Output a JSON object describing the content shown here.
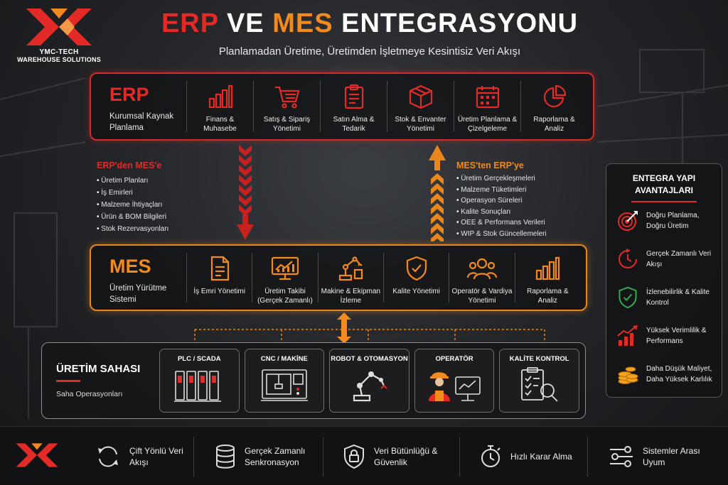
{
  "brand": {
    "line1": "YMC-TECH",
    "line2": "WAREHOUSE SOLUTIONS",
    "red": "#e32a26",
    "orange": "#f28a1e"
  },
  "header": {
    "title_erp": "ERP",
    "title_ve": "VE",
    "title_mes": "MES",
    "title_rest": "ENTEGRASYONU",
    "subtitle": "Planlamadan Üretime, Üretimden İşletmeye Kesintisiz Veri Akışı"
  },
  "erp": {
    "name": "ERP",
    "desc": "Kurumsal Kaynak Planlama",
    "modules": [
      {
        "label": "Finans & Muhasebe",
        "icon": "bar-chart-icon"
      },
      {
        "label": "Satış & Sipariş Yönetimi",
        "icon": "cart-icon"
      },
      {
        "label": "Satın Alma & Tedarik",
        "icon": "clipboard-icon"
      },
      {
        "label": "Stok & Envanter Yönetimi",
        "icon": "box-icon"
      },
      {
        "label": "Üretim Planlama & Çizelgeleme",
        "icon": "calendar-icon"
      },
      {
        "label": "Raporlama & Analiz",
        "icon": "pie-chart-icon"
      }
    ]
  },
  "flow_down": {
    "title": "ERP'den MES'e",
    "items": [
      "Üretim Planları",
      "İş Emirleri",
      "Malzeme İhtiyaçları",
      "Ürün & BOM Bilgileri",
      "Stok Rezervasyonları"
    ]
  },
  "flow_up": {
    "title": "MES'ten ERP'ye",
    "items": [
      "Üretim Gerçekleşmeleri",
      "Malzeme Tüketimleri",
      "Operasyon Süreleri",
      "Kalite Sonuçları",
      "OEE & Performans Verileri",
      "WIP & Stok Güncellemeleri"
    ]
  },
  "mes": {
    "name": "MES",
    "desc": "Üretim Yürütme Sistemi",
    "modules": [
      {
        "label": "İş Emri Yönetimi",
        "icon": "document-icon"
      },
      {
        "label": "Üretim Takibi (Gerçek Zamanlı)",
        "icon": "monitor-chart-icon"
      },
      {
        "label": "Makine & Ekipman İzleme",
        "icon": "robot-arm-icon"
      },
      {
        "label": "Kalite Yönetimi",
        "icon": "shield-check-icon"
      },
      {
        "label": "Operatör & Vardiya Yönetimi",
        "icon": "team-icon"
      },
      {
        "label": "Raporlama & Analiz",
        "icon": "bar-chart-icon"
      }
    ]
  },
  "saha": {
    "title": "ÜRETİM SAHASI",
    "desc": "Saha Operasyonları",
    "cards": [
      {
        "label": "PLC / SCADA",
        "icon": "plc-icon"
      },
      {
        "label": "CNC / MAKİNE",
        "icon": "cnc-icon"
      },
      {
        "label": "ROBOT & OTOMASYON",
        "icon": "robot-icon"
      },
      {
        "label": "OPERATÖR",
        "icon": "operator-icon"
      },
      {
        "label": "KALİTE KONTROL",
        "icon": "inspection-icon"
      }
    ]
  },
  "advantages": {
    "title1": "ENTEGRA YAPI",
    "title2": "AVANTAJLARI",
    "items": [
      {
        "label": "Doğru Planlama, Doğru Üretim",
        "icon": "target-icon"
      },
      {
        "label": "Gerçek Zamanlı Veri Akışı",
        "icon": "clock-icon"
      },
      {
        "label": "İzlenebilirlik & Kalite Kontrol",
        "icon": "shield-check-icon"
      },
      {
        "label": "Yüksek Verimlilik & Performans",
        "icon": "growth-chart-icon"
      },
      {
        "label": "Daha Düşük Maliyet, Daha Yüksek Karlılık",
        "icon": "coins-icon"
      }
    ]
  },
  "bottom": {
    "items": [
      {
        "label": "Çift Yönlü Veri Akışı",
        "icon": "sync-icon"
      },
      {
        "label": "Gerçek Zamanlı Senkronasyon",
        "icon": "database-icon"
      },
      {
        "label": "Veri Bütünlüğü & Güvenlik",
        "icon": "shield-lock-icon"
      },
      {
        "label": "Hızlı Karar Alma",
        "icon": "stopwatch-icon"
      },
      {
        "label": "Sistemler Arası Uyum",
        "icon": "network-icon"
      }
    ]
  }
}
